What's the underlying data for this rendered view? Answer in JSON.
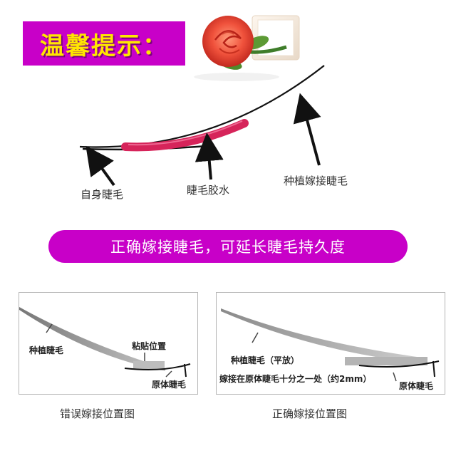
{
  "banner": {
    "title": "温馨提示："
  },
  "main_diagram": {
    "labels": {
      "natural_lash": "自身睫毛",
      "lash_glue": "睫毛胶水",
      "extension_lash": "种植嫁接睫毛"
    },
    "colors": {
      "glue": "#d6245a",
      "lash": "#111111",
      "arrow": "#111111"
    }
  },
  "pill": {
    "text": "正确嫁接睫毛，可延长睫毛持久度",
    "color": "#c800c8"
  },
  "panel_wrong": {
    "labels": {
      "extension_lash": "种植睫毛",
      "glue_position": "粘贴位置",
      "natural_lash": "原体睫毛"
    },
    "caption": "错误嫁接位置图"
  },
  "panel_right": {
    "labels": {
      "extension_lash": "种植睫毛（平放）",
      "graft_note": "嫁接在原体睫毛十分之一处（约2mm）",
      "natural_lash": "原体睫毛"
    },
    "caption": "正确嫁接位置图"
  }
}
